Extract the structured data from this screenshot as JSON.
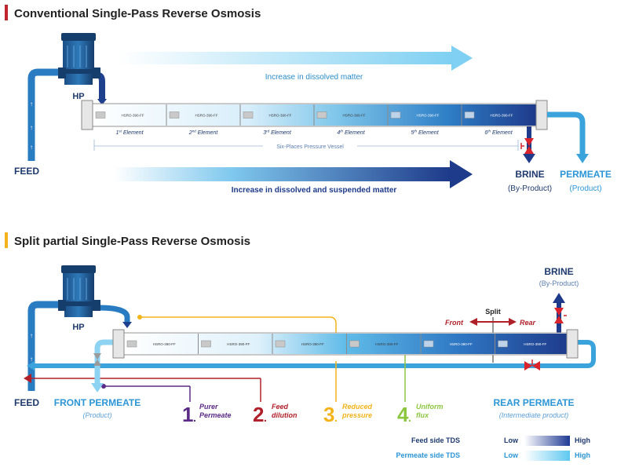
{
  "section1": {
    "title": "Conventional Single-Pass Reverse Osmosis",
    "accent_color": "#c0262c",
    "pump_label": "HP",
    "feed_label": "FEED",
    "top_arrow_text": "Increase in dissolved matter",
    "bottom_arrow_text": "Increase in dissolved and suspended matter",
    "elements": [
      {
        "model": "HSRO-390-FF",
        "label_num": "1",
        "label_sup": "st",
        "label_rest": " Element"
      },
      {
        "model": "HSRO-390-FF",
        "label_num": "2",
        "label_sup": "nd",
        "label_rest": " Element"
      },
      {
        "model": "HSRO-390-FF",
        "label_num": "3",
        "label_sup": "rd",
        "label_rest": " Element"
      },
      {
        "model": "HSRO-390-FF",
        "label_num": "4",
        "label_sup": "th",
        "label_rest": " Element"
      },
      {
        "model": "HSRO-390-FF",
        "label_num": "5",
        "label_sup": "th",
        "label_rest": " Element"
      },
      {
        "model": "HSRO-390-FF",
        "label_num": "6",
        "label_sup": "th",
        "label_rest": " Element"
      }
    ],
    "vessel_label": "Six-Places Pressure Vessel",
    "brine_label": "BRINE",
    "brine_sub": "(By-Product)",
    "permeate_label": "PERMEATE",
    "permeate_sub": "(Product)"
  },
  "section2": {
    "title": "Split partial Single-Pass Reverse Osmosis",
    "accent_color": "#f3b31b",
    "pump_label": "HP",
    "feed_label": "FEED",
    "front_permeate_label": "FRONT PERMEATE",
    "front_permeate_sub": "(Product)",
    "rear_permeate_label": "REAR PERMEATE",
    "rear_permeate_sub": "(Intermediate product)",
    "brine_label": "BRINE",
    "brine_sub": "(By-Product)",
    "split_label": "Split",
    "front_label": "Front",
    "rear_label": "Rear",
    "elements": [
      "HSRO-390-FF",
      "HSRO-390-FF",
      "HSRO-390-FF",
      "HSRO-390-FF",
      "HSRO-390-FF",
      "HSRO-390-FF"
    ],
    "benefits": [
      {
        "number": "1",
        "line1": "Purer",
        "line2": "Permeate",
        "color": "#5b2a86"
      },
      {
        "number": "2",
        "line1": "Feed",
        "line2": "dilution",
        "color": "#b0202a"
      },
      {
        "number": "3",
        "line1": "Reduced",
        "line2": "pressure",
        "color": "#f3b31b"
      },
      {
        "number": "4",
        "line1": "Uniform",
        "line2": "flux",
        "color": "#8cc63f"
      }
    ]
  },
  "legend": {
    "rows": [
      {
        "label": "Feed side TDS",
        "low": "Low",
        "high": "High",
        "color_low": "#ffffff",
        "color_high": "#1f3a93"
      },
      {
        "label": "Permeate side TDS",
        "low": "Low",
        "high": "High",
        "color_low": "#ffffff",
        "color_high": "#5ec8f0"
      }
    ]
  },
  "colors": {
    "feed_dark": "#1f3f8f",
    "permeate_light": "#3aa3dc",
    "brine_navy": "#1e3a8a",
    "valve_red": "#d9232d",
    "text_navy": "#1f3a6e",
    "text_sky": "#2b95d6"
  }
}
